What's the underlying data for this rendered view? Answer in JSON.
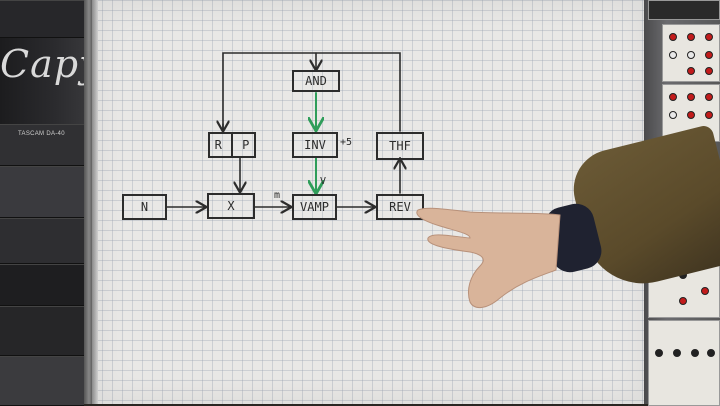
{
  "left_rack": {
    "brand_script": "Capy",
    "unit_label": "TASCAM DA-40"
  },
  "diagram": {
    "nodes": {
      "and": "AND",
      "r": "R",
      "p": "P",
      "inv": "INV",
      "thf": "THF",
      "n": "N",
      "x": "X",
      "vamp": "VAMP",
      "rev": "REV"
    },
    "annotations": {
      "inv_offset": "+5",
      "v_label": "V",
      "m_label": "m"
    },
    "colors": {
      "ink": "#2c2c2c",
      "green_wire": "#2f9d5a"
    }
  }
}
